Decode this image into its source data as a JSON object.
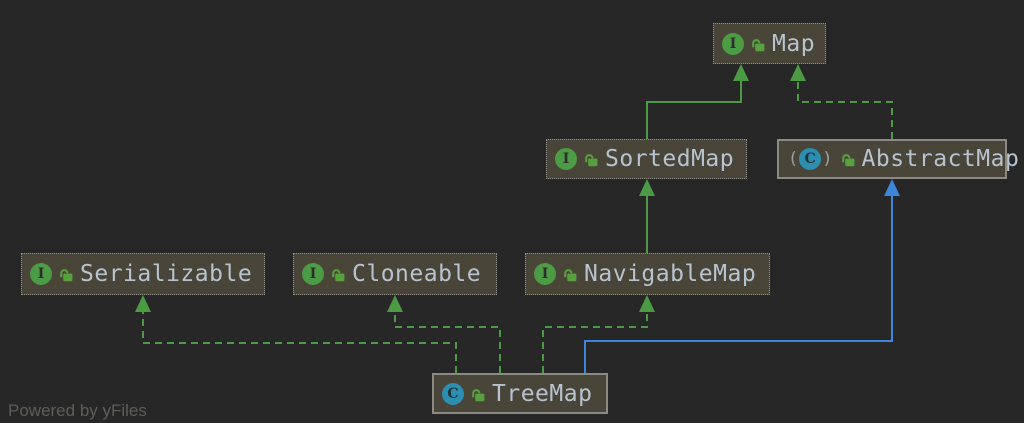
{
  "diagram": {
    "type": "uml-class-hierarchy",
    "watermark": "Powered by yFiles"
  },
  "icons": {
    "interface_letter": "I",
    "class_letter": "C",
    "abstract_paren_open": "(",
    "abstract_paren_close": ")",
    "visibility": "open-lock"
  },
  "colors": {
    "background": "#272727",
    "node_fill": "#4A4539",
    "node_border": "#8B8B83",
    "node_text": "#B7C3CF",
    "edge_green": "#4C9A44",
    "edge_blue": "#3D86D9",
    "interface_icon": "#4C9B45",
    "class_icon": "#2C8FB2",
    "lock_icon": "#57A23F"
  },
  "nodes": {
    "map": {
      "label": "Map",
      "kind": "interface"
    },
    "sorted_map": {
      "label": "SortedMap",
      "kind": "interface"
    },
    "abstract_map": {
      "label": "AbstractMap",
      "kind": "abstract-class"
    },
    "serializable": {
      "label": "Serializable",
      "kind": "interface"
    },
    "cloneable": {
      "label": "Cloneable",
      "kind": "interface"
    },
    "navigable_map": {
      "label": "NavigableMap",
      "kind": "interface"
    },
    "tree_map": {
      "label": "TreeMap",
      "kind": "class"
    }
  },
  "edges": [
    {
      "from": "SortedMap",
      "to": "Map",
      "relation": "extends",
      "style": "solid",
      "color": "#4C9A44"
    },
    {
      "from": "AbstractMap",
      "to": "Map",
      "relation": "implements",
      "style": "dashed",
      "color": "#4C9A44"
    },
    {
      "from": "NavigableMap",
      "to": "SortedMap",
      "relation": "extends",
      "style": "solid",
      "color": "#4C9A44"
    },
    {
      "from": "TreeMap",
      "to": "Serializable",
      "relation": "implements",
      "style": "dashed",
      "color": "#4C9A44"
    },
    {
      "from": "TreeMap",
      "to": "Cloneable",
      "relation": "implements",
      "style": "dashed",
      "color": "#4C9A44"
    },
    {
      "from": "TreeMap",
      "to": "NavigableMap",
      "relation": "implements",
      "style": "dashed",
      "color": "#4C9A44"
    },
    {
      "from": "TreeMap",
      "to": "AbstractMap",
      "relation": "extends",
      "style": "solid",
      "color": "#3D86D9"
    }
  ]
}
